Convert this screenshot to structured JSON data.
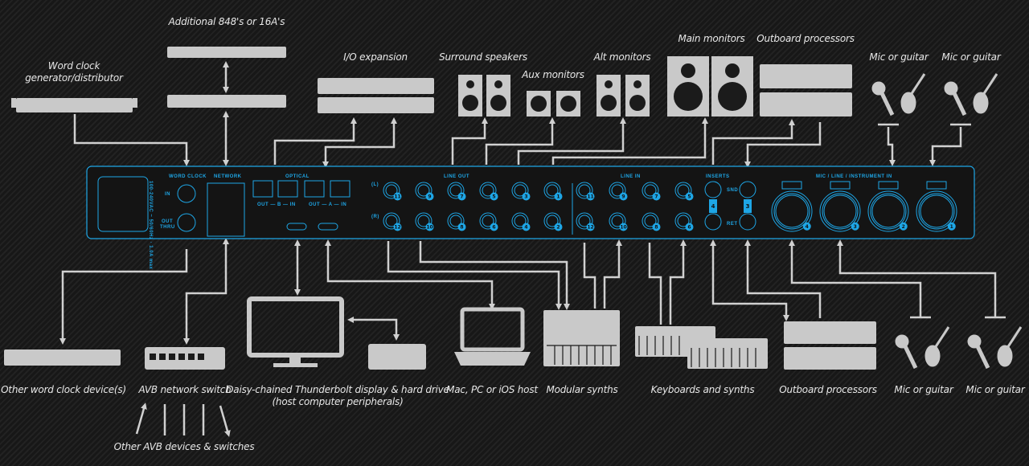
{
  "colors": {
    "accent": "#1ea6e6",
    "device": "#c9c9c9",
    "line": "#d0d0d0",
    "text": "#e8e8e8"
  },
  "labels": {
    "additional": "Additional 848's or 16A's",
    "wordclock_gen_1": "Word clock",
    "wordclock_gen_2": "generator/distributor",
    "io_expansion": "I/O expansion",
    "surround": "Surround speakers",
    "aux": "Aux monitors",
    "alt": "Alt monitors",
    "main": "Main monitors",
    "outboard_top": "Outboard processors",
    "mic_top_1": "Mic or guitar",
    "mic_top_2": "Mic or guitar",
    "other_wc": "Other word clock device(s)",
    "avb_switch": "AVB network switch",
    "daisy_1": "Daisy-chained Thunderbolt display & hard drive",
    "daisy_2": "(host computer peripherals)",
    "host": "Mac, PC or iOS host",
    "modular": "Modular synths",
    "keyboards": "Keyboards and synths",
    "outboard_bottom": "Outboard processors",
    "mic_bottom_1": "Mic or guitar",
    "mic_bottom_2": "Mic or guitar",
    "other_avb": "Other AVB devices & switches"
  },
  "panel": {
    "power_spec": "100-240VAC ~ 50/60Hz · 1.0A max",
    "word_clock": "WORD CLOCK",
    "wc_in": "IN",
    "wc_out": "OUT",
    "wc_thru": "THRU",
    "network": "NETWORK",
    "optical": "OPTICAL",
    "opt_b": "OUT — B — IN",
    "opt_a": "OUT — A — IN",
    "line_out": "LINE OUT",
    "left": "(L)",
    "right": "(R)",
    "line_in": "LINE IN",
    "inserts": "INSERTS",
    "snd": "SND",
    "ret": "RET",
    "mic_in": "MIC / LINE / INSTRUMENT IN",
    "line_out_top": [
      "11",
      "9",
      "7",
      "5",
      "3",
      "1"
    ],
    "line_out_bottom": [
      "12",
      "10",
      "8",
      "6",
      "4",
      "2"
    ],
    "line_in_top": [
      "11",
      "9",
      "7",
      "5"
    ],
    "line_in_bottom": [
      "12",
      "10",
      "8",
      "6"
    ],
    "insert_numbers": [
      "4",
      "3"
    ],
    "mic_numbers": [
      "4",
      "3",
      "2",
      "1"
    ]
  }
}
